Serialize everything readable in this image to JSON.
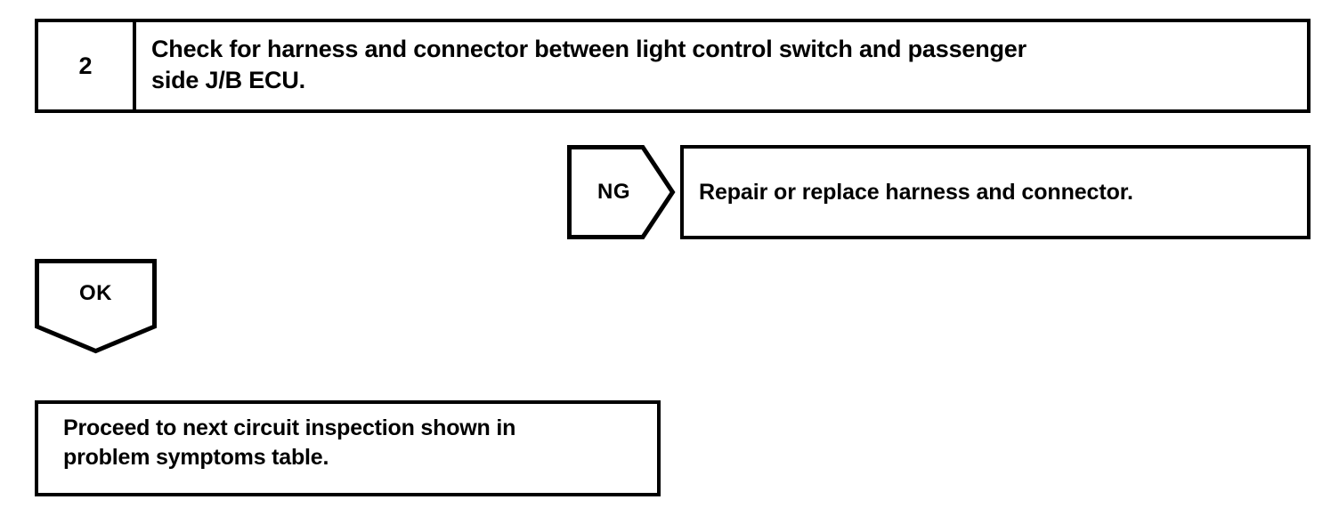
{
  "diagram": {
    "type": "troubleshooting-flowchart",
    "colors": {
      "line": "#000000",
      "background": "#ffffff",
      "text": "#000000"
    },
    "step": {
      "number": "2",
      "instruction": "Check for harness and connector between light control switch and passenger\nside J/B ECU."
    },
    "branches": {
      "ng": {
        "label": "NG",
        "result": "Repair or replace harness and connector."
      },
      "ok": {
        "label": "OK",
        "result": "Proceed to next circuit inspection shown in\nproblem symptoms table."
      }
    }
  }
}
